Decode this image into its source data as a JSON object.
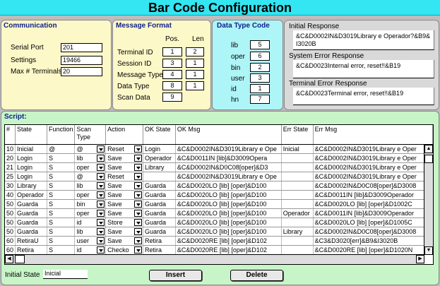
{
  "title": "Bar Code Configuration",
  "communication": {
    "title": "Communication",
    "serial_port_label": "Serial Port",
    "serial_port": "201",
    "settings_label": "Settings",
    "settings": "19466",
    "max_terminals_label": "Max # Terminals",
    "max_terminals": "20"
  },
  "message_format": {
    "title": "Message Format",
    "pos_header": "Pos.",
    "len_header": "Len",
    "rows": [
      {
        "label": "Terminal ID",
        "pos": "1",
        "len": "2"
      },
      {
        "label": "Session ID",
        "pos": "3",
        "len": "1"
      },
      {
        "label": "Message Type",
        "pos": "4",
        "len": "1"
      },
      {
        "label": "Data Type",
        "pos": "8",
        "len": "1"
      },
      {
        "label": "Scan Data",
        "pos": "9",
        "len": ""
      }
    ]
  },
  "data_type_code": {
    "title": "Data Type Code",
    "rows": [
      {
        "label": "lib",
        "value": "5"
      },
      {
        "label": "oper",
        "value": "6"
      },
      {
        "label": "bin",
        "value": "2"
      },
      {
        "label": "user",
        "value": "3"
      },
      {
        "label": "id",
        "value": "1"
      },
      {
        "label": "hn",
        "value": "7"
      }
    ]
  },
  "responses": {
    "initial_label": "Initial Response",
    "initial": "&C&D0002IN&D3019Library e Operador?&B9&I3020B",
    "system_error_label": "System Error Response",
    "system_error": "&C&D0023Internal error, reset!!&B19",
    "terminal_error_label": "Terminal Error Response",
    "terminal_error": "&C&D0023Terminal error, reset!!&B19"
  },
  "script": {
    "title": "Script:",
    "headers": [
      "#",
      "State",
      "Function",
      "Scan Type",
      "Action",
      "OK State",
      "OK Msg",
      "Err State",
      "Err Msg"
    ],
    "rows": [
      [
        "10",
        "Inicial",
        "@",
        "@",
        "Reset",
        "Login",
        "&C&D0002IN&D3019Library e Ope",
        "Inicial",
        "&C&D0002IN&D3019Library e Oper"
      ],
      [
        "20",
        "Login",
        "S",
        "lib",
        "Save",
        "Operador",
        "&C&D0011IN [lib]&D3009Opera",
        "",
        "&C&D0002IN&D3019Library e Oper"
      ],
      [
        "21",
        "Login",
        "S",
        "oper",
        "Save",
        "Library",
        "&C&D0002IN&D0C08[oper]&D3",
        "",
        "&C&D0002IN&D3019Library e Oper"
      ],
      [
        "25",
        "Login",
        "S",
        "@",
        "Reset",
        "",
        "&C&D0002IN&D3019Library e Ope",
        "",
        "&C&D0002IN&D3019Library e Oper"
      ],
      [
        "30",
        "Library",
        "S",
        "lib",
        "Save",
        "Guarda",
        "&C&D0020LO [lib] [oper]&D100",
        "",
        "&C&D0002IN&D0C08[oper]&D3008"
      ],
      [
        "40",
        "Operador",
        "S",
        "oper",
        "Save",
        "Guarda",
        "&C&D0020LO [lib] [oper]&D100",
        "",
        "&C&D0011IN [lib]&D3009Operador"
      ],
      [
        "50",
        "Guarda",
        "S",
        "bin",
        "Save",
        "Guarda",
        "&C&D0020LO [lib] [oper]&D100",
        "",
        "&C&D0020LO [lib] [oper]&D1002C"
      ],
      [
        "50",
        "Guarda",
        "S",
        "oper",
        "Save",
        "Guarda",
        "&C&D0020LO [lib] [oper]&D100",
        "Operador",
        "&C&D0011IN [lib]&D3009Operador"
      ],
      [
        "50",
        "Guarda",
        "S",
        "id",
        "Store",
        "Guarda",
        "&C&D0020LO [lib] [oper]&D100",
        "",
        "&C&D0020LO [lib] [oper]&D1005C"
      ],
      [
        "50",
        "Guarda",
        "S",
        "lib",
        "Save",
        "Guarda",
        "&C&D0020LO [lib] [oper]&D100",
        "Library",
        "&C&D0002IN&D0C08[oper]&D3008"
      ],
      [
        "60",
        "RetiraU",
        "S",
        "user",
        "Save",
        "Retira",
        "&C&D0020RE [lib] [oper]&D102",
        "",
        "&C3&D3020[err]&B9&I3020B"
      ],
      [
        "60",
        "Retira",
        "S",
        "id",
        "Checko",
        "Retira",
        "&C&D0020RE [lib] [oper]&D102",
        "",
        "&C&D0020RE [lib] [oper]&D1020N"
      ]
    ]
  },
  "footer": {
    "initial_state_label": "Initial State",
    "initial_state": "Inicial",
    "insert_label": "Insert",
    "delete_label": "Delete"
  },
  "colors": {
    "title_bar": "#33e6f2",
    "communication_bg": "#fdf8c8",
    "message_format_bg": "#fdf8c8",
    "data_type_bg": "#aef5f8",
    "responses_bg": "#d9d9d9",
    "script_bg": "#c8f5c8"
  }
}
